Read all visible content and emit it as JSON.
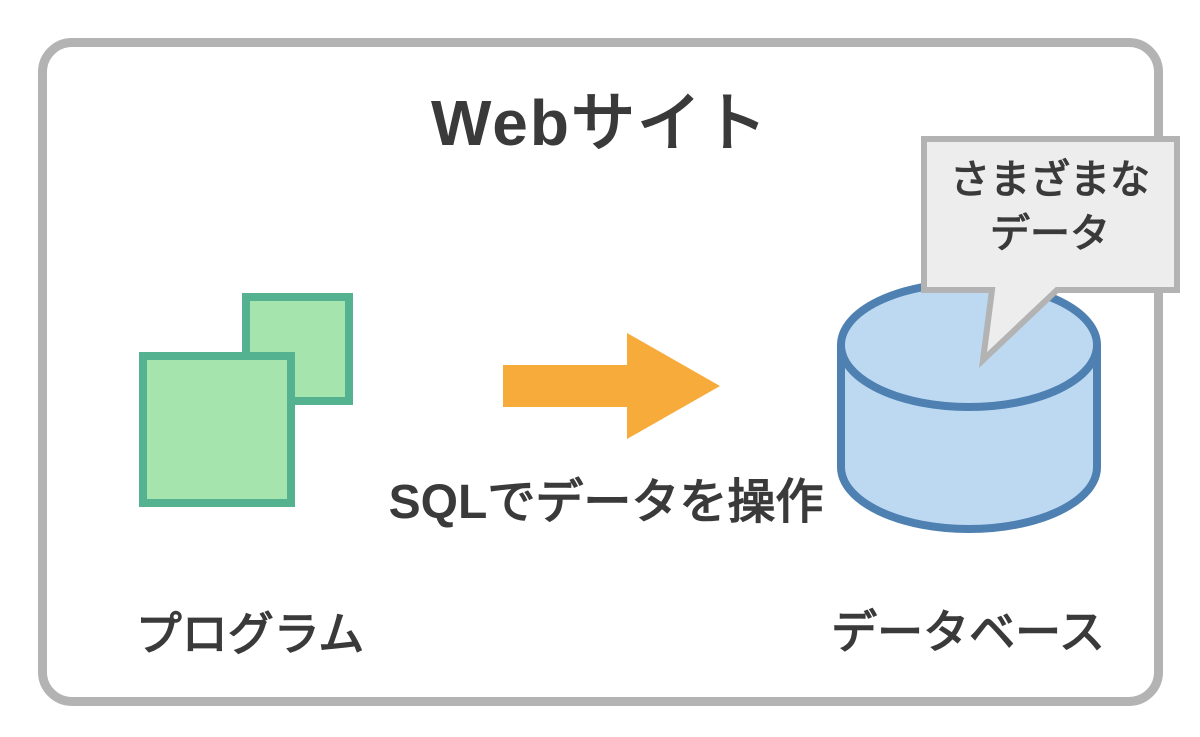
{
  "title": "Webサイト",
  "program": {
    "label": "プログラム",
    "icon": "overlapping-squares-icon"
  },
  "flow": {
    "label": "SQLでデータを操作",
    "icon": "right-arrow-icon"
  },
  "database": {
    "label": "データベース",
    "icon": "database-cylinder-icon",
    "callout": {
      "line1": "さまざまな",
      "line2": "データ"
    }
  },
  "colors": {
    "text": "#3a3a3a",
    "frame_gray": "#b3b3b3",
    "bubble_fill": "#ededed",
    "green_fill": "#a6e4ae",
    "green_border": "#55b290",
    "arrow_orange": "#f7ab3b",
    "db_fill": "#bdd9f2",
    "db_border": "#4e80b1"
  }
}
